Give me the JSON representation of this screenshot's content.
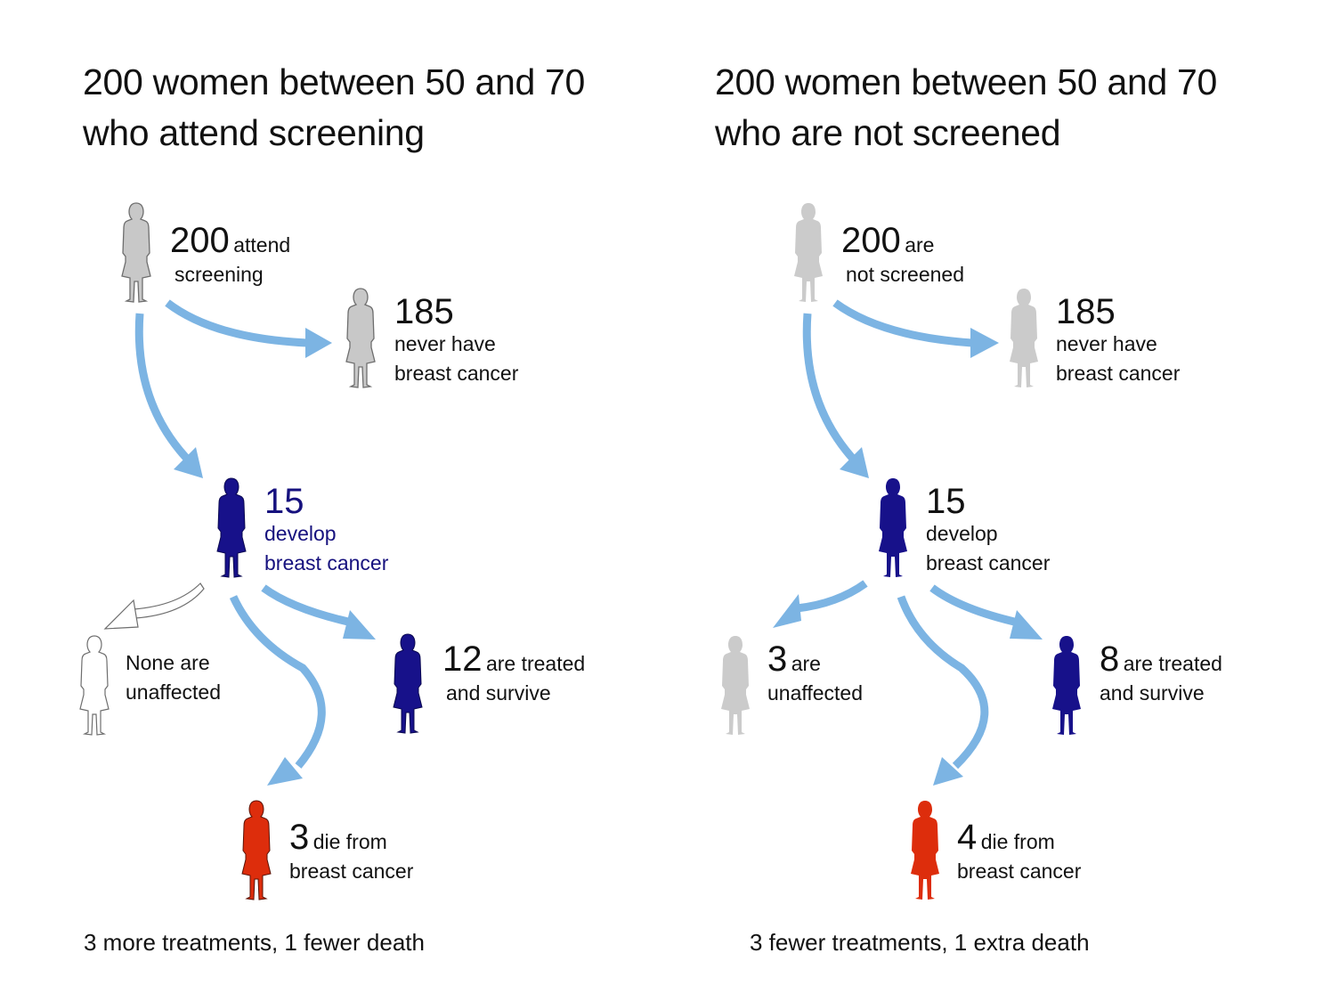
{
  "colors": {
    "arrow": "#7cb4e3",
    "figure_gray_outlined": "#c8c8c8",
    "figure_gray_outline": "#6e6e6e",
    "figure_gray_flat": "#cbcbcb",
    "figure_cancer": "#17118a",
    "figure_death": "#dd2d0c",
    "text_cancer": "#16117e"
  },
  "panels": [
    {
      "title_line1": "200 women between 50 and 70",
      "title_line2": "who attend screening",
      "start": {
        "number": "200",
        "text_inline": "attend",
        "text_line2": "screening"
      },
      "never": {
        "number": "185",
        "line1": "never have",
        "line2": "breast cancer"
      },
      "develop": {
        "number": "15",
        "line1": "develop",
        "line2": "breast cancer"
      },
      "unaffected": {
        "number": "",
        "line1": "None are",
        "line2": "unaffected"
      },
      "survive": {
        "number": "12",
        "text_inline": "are treated",
        "line2": "and survive"
      },
      "die": {
        "number": "3",
        "text_inline": "die from",
        "line2": "breast cancer"
      },
      "footer": "3 more treatments, 1 fewer death"
    },
    {
      "title_line1": "200 women between 50 and 70",
      "title_line2": "who are not screened",
      "start": {
        "number": "200",
        "text_inline": "are",
        "text_line2": "not screened"
      },
      "never": {
        "number": "185",
        "line1": "never have",
        "line2": "breast cancer"
      },
      "develop": {
        "number": "15",
        "line1": "develop",
        "line2": "breast cancer"
      },
      "unaffected": {
        "number": "3",
        "text_inline": "are",
        "line2": "unaffected"
      },
      "survive": {
        "number": "8",
        "text_inline": "are treated",
        "line2": "and survive"
      },
      "die": {
        "number": "4",
        "text_inline": "die from",
        "line2": "breast cancer"
      },
      "footer": "3 fewer treatments, 1 extra death"
    }
  ]
}
